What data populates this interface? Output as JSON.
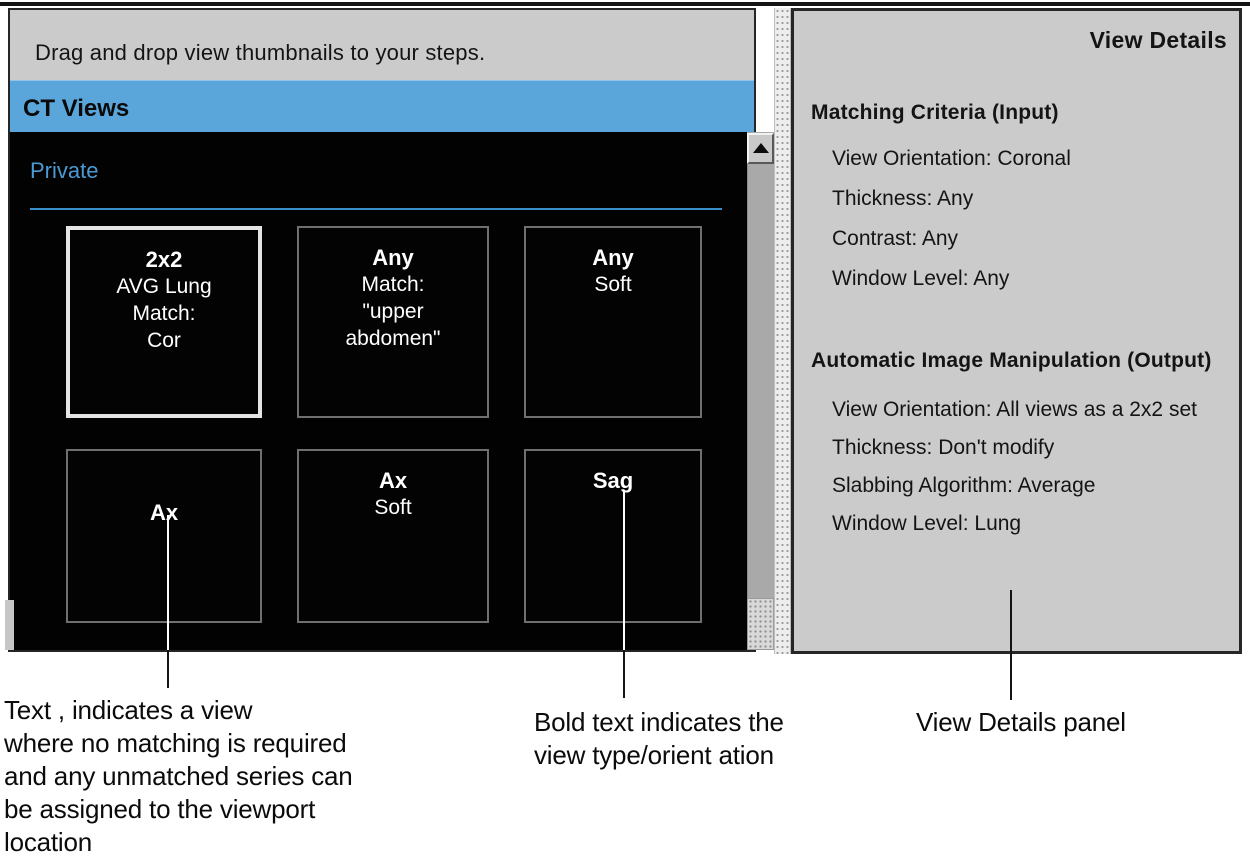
{
  "left_panel": {
    "instruction": "Drag and drop view thumbnails to your steps.",
    "header": "CT Views",
    "group_label": "Private",
    "thumbnails": [
      {
        "bold": "2x2",
        "lines": [
          "AVG Lung",
          "Match:",
          "Cor"
        ],
        "selected": true
      },
      {
        "bold": "Any",
        "lines": [
          "Match:",
          "\"upper",
          "abdomen\""
        ],
        "selected": false
      },
      {
        "bold": "Any",
        "lines": [
          "Soft"
        ],
        "selected": false
      },
      {
        "bold": "Ax",
        "lines": [],
        "selected": false
      },
      {
        "bold": "Ax",
        "lines": [
          "Soft"
        ],
        "selected": false
      },
      {
        "bold": "Sag",
        "lines": [],
        "selected": false
      }
    ]
  },
  "right_panel": {
    "title": "View Details",
    "sections": [
      {
        "heading": "Matching Criteria (Input)",
        "items": [
          "View Orientation: Coronal",
          "Thickness: Any",
          "Contrast: Any",
          "Window Level: Any"
        ]
      },
      {
        "heading": "Automatic Image Manipulation (Output)",
        "items": [
          "View Orientation: All views as a 2x2 set",
          "Thickness: Don't modify",
          "Slabbing Algorithm: Average",
          "Window Level: Lung"
        ]
      }
    ]
  },
  "annotations": {
    "unmatched_note": {
      "line1": "Text , indicates a view",
      "line2": "where no matching is required",
      "line3": "and any unmatched series can",
      "line4": "be assigned to the viewport",
      "line5": "location"
    },
    "bold_note": {
      "line1": "Bold text indicates the",
      "line2": "view type/orient ation"
    },
    "panel_note": "View Details panel"
  },
  "icons": {
    "scroll_up": "up-triangle"
  },
  "colors": {
    "header_blue": "#5aa6db",
    "group_label_blue": "#4c9ad3",
    "panel_gray": "#cbcbcb",
    "list_black": "#020202",
    "selected_border": "#e4e4e4",
    "thumb_border": "#6f6f6f"
  }
}
